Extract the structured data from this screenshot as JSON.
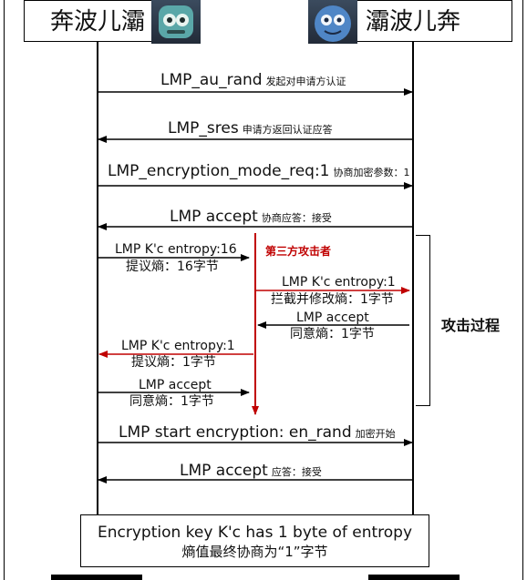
{
  "parties": {
    "left_name": "奔波儿灞",
    "right_name": "灞波儿奔"
  },
  "messages": [
    {
      "text": "LMP_au_rand",
      "note": "发起对申请方认证",
      "direction": "right"
    },
    {
      "text": "LMP_sres",
      "note": "申请方返回认证应答",
      "direction": "left"
    },
    {
      "text": "LMP_encryption_mode_req:1",
      "note": "协商加密参数：1",
      "direction": "right"
    },
    {
      "text": "LMP accept",
      "note": "协商应答：接受",
      "direction": "left"
    },
    {
      "text": "LMP start encryption: en_rand",
      "note": "加密开始",
      "direction": "right"
    },
    {
      "text": "LMP accept",
      "note": "应答：接受",
      "direction": "left"
    }
  ],
  "attack": {
    "title": "第三方攻击者",
    "process_label": "攻击过程",
    "steps": [
      {
        "line1": "LMP K'c entropy:16",
        "line2": "提议熵：16字节",
        "direction": "right",
        "color": "#000000"
      },
      {
        "line1": "LMP K'c entropy:1",
        "line2": "拦截并修改熵：1字节",
        "direction": "right",
        "color": "#c00000"
      },
      {
        "line1": "LMP accept",
        "line2": "同意熵：1字节",
        "direction": "left",
        "color": "#000000"
      },
      {
        "line1": "LMP K'c entropy:1",
        "line2": "提议熵：1字节",
        "direction": "left",
        "color": "#c00000"
      },
      {
        "line1": "LMP accept",
        "line2": "同意熵：1字节",
        "direction": "right",
        "color": "#000000"
      }
    ]
  },
  "result": {
    "line1": "Encryption key K'c has 1 byte of entropy",
    "line2": "熵值最终协商为“1”字节"
  },
  "colors": {
    "line": "#000000",
    "attack_red": "#c00000"
  }
}
